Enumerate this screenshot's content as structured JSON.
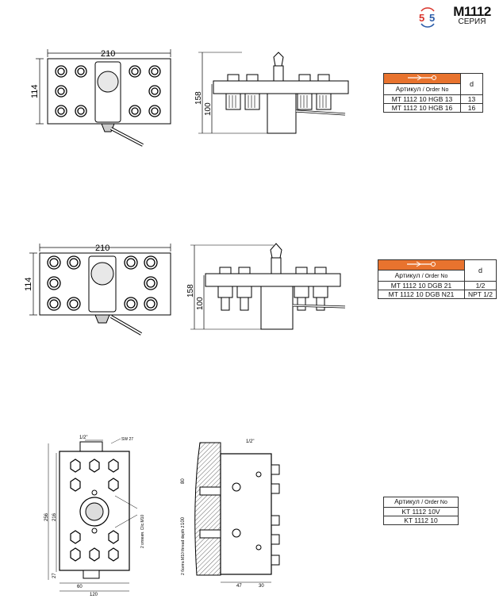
{
  "header": {
    "series_code": "M1112",
    "series_label": "СЕРИЯ",
    "logo_digits": [
      "5",
      "5"
    ],
    "logo_colors": {
      "left": "#d9342b",
      "right": "#2c5ca8"
    }
  },
  "drawing1": {
    "width_dim": "210",
    "height_dim": "114",
    "side_total_dim": "158",
    "side_body_dim": "100"
  },
  "table1": {
    "header_label": "Артикул",
    "header_sub": "/ Order No",
    "col_d": "d",
    "rows": [
      {
        "article": "MT 1112 10 HGB 13",
        "d": "13"
      },
      {
        "article": "MT 1112 10 HGB 16",
        "d": "16"
      }
    ]
  },
  "drawing2": {
    "width_dim": "210",
    "height_dim": "114",
    "side_total_dim": "158",
    "side_body_dim": "100"
  },
  "table2": {
    "header_label": "Артикул",
    "header_sub": "/ Order No",
    "col_d": "d",
    "rows": [
      {
        "article": "MT 1112 10 DGB 21",
        "d": "1/2"
      },
      {
        "article": "MT 1112 10 DGB N21",
        "d": "NPT 1/2"
      }
    ]
  },
  "drawing3": {
    "thread_top": "1/2\"",
    "sw_label": "SW 27",
    "height_total": "256",
    "height_inner": "216",
    "bottom_offset": "27",
    "width_inner": "60",
    "width_total": "120",
    "holes_label": "2 отвеия. Clic.M10",
    "side_thread": "1/2\"",
    "side_dim_80": "80",
    "side_dim_100": "100",
    "side_m10_label": "2 болта M10 thread depth 2",
    "side_dim_47": "47",
    "side_dim_30": "30"
  },
  "table3": {
    "header_label": "Артикул",
    "header_sub": "/ Order No",
    "rows": [
      {
        "article": "KT 1112 10V"
      },
      {
        "article": "KT 1112 10"
      }
    ]
  }
}
